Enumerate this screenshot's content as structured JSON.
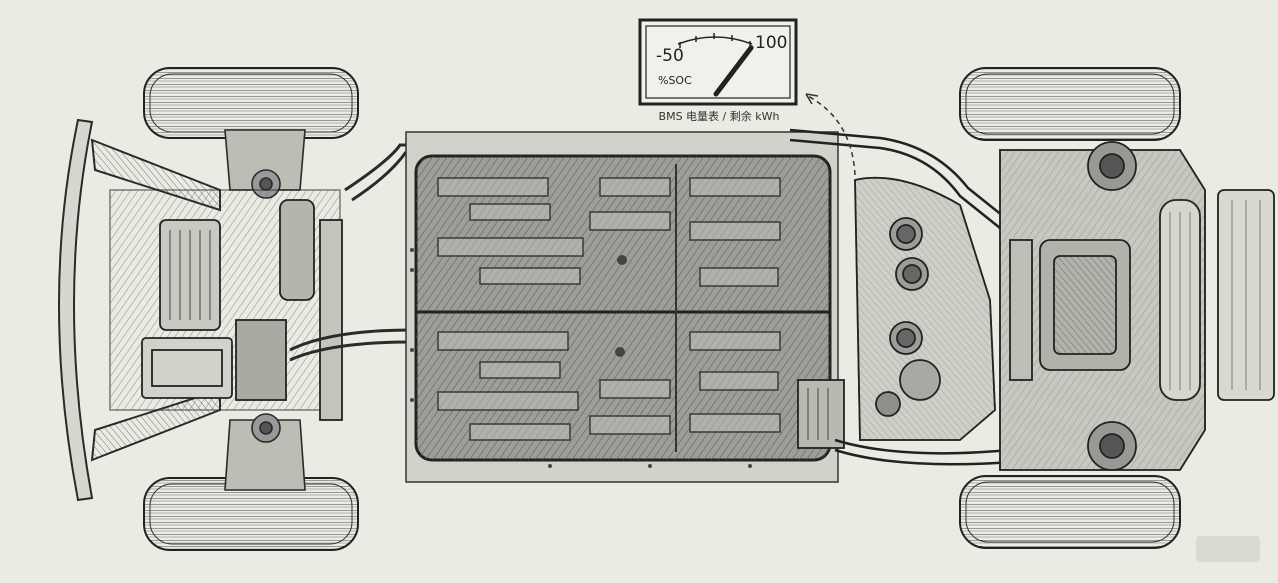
{
  "gauge": {
    "min_label": "-50",
    "max_label": "100",
    "unit_label": "%SOC",
    "caption": "BMS 电量表 / 剩余 kWh",
    "needle_fraction": 0.9
  },
  "colors": {
    "paper": "#ecebe3",
    "ink": "#2a2a2a",
    "shade": "#8d8d88",
    "battery_fill": "#9a9a96"
  }
}
